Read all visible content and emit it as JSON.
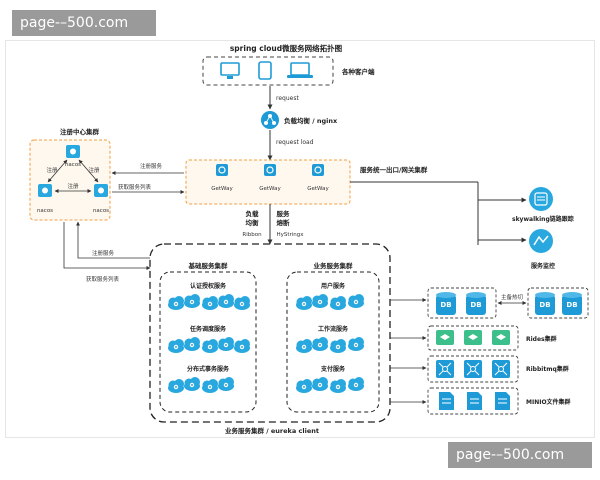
{
  "watermark": {
    "text": "page-–500.com"
  },
  "title": "spring cloud微服务网络拓扑图",
  "clients": {
    "label": "各种客户端"
  },
  "request": "request",
  "lb": {
    "label": "负载均衡 / nginx",
    "request_load": "request load"
  },
  "registry": {
    "title": "注册中心集群",
    "node_label": "nacos",
    "register": "注册",
    "register_service": "注册服务",
    "fetch_list": "获取服务列表"
  },
  "gateway": {
    "node_label": "GetWay",
    "label": "服务统一出口/网关集群",
    "lb_word": "负载",
    "balance_word": "均衡",
    "ribbon": "Ribbon",
    "service_word": "服务",
    "fuse_word": "熔断",
    "hystrix": "HyStringx"
  },
  "monitor": {
    "tracing": "skywalking链路跟踪",
    "service": "服务监控"
  },
  "base_cluster": {
    "title": "基础服务集群",
    "groups": [
      "认证授权服务",
      "任务调度服务",
      "分布式事务服务"
    ]
  },
  "biz_cluster": {
    "title": "业务服务集群",
    "groups": [
      "用户服务",
      "工作流服务",
      "支付服务"
    ]
  },
  "bottom_label": "业务服务集群 / eureka client",
  "storage": {
    "db": "DB",
    "failover": "主备热切",
    "redis": "Rides集群",
    "rabbitmq": "Ribbitmq集群",
    "minio": "MINIO文件集群"
  },
  "colors": {
    "blue": "#1e9bd7",
    "cloud": "#29a8df",
    "orange": "#f0a044",
    "green": "#3cbf8a",
    "dark": "#222222",
    "line": "#333333"
  }
}
